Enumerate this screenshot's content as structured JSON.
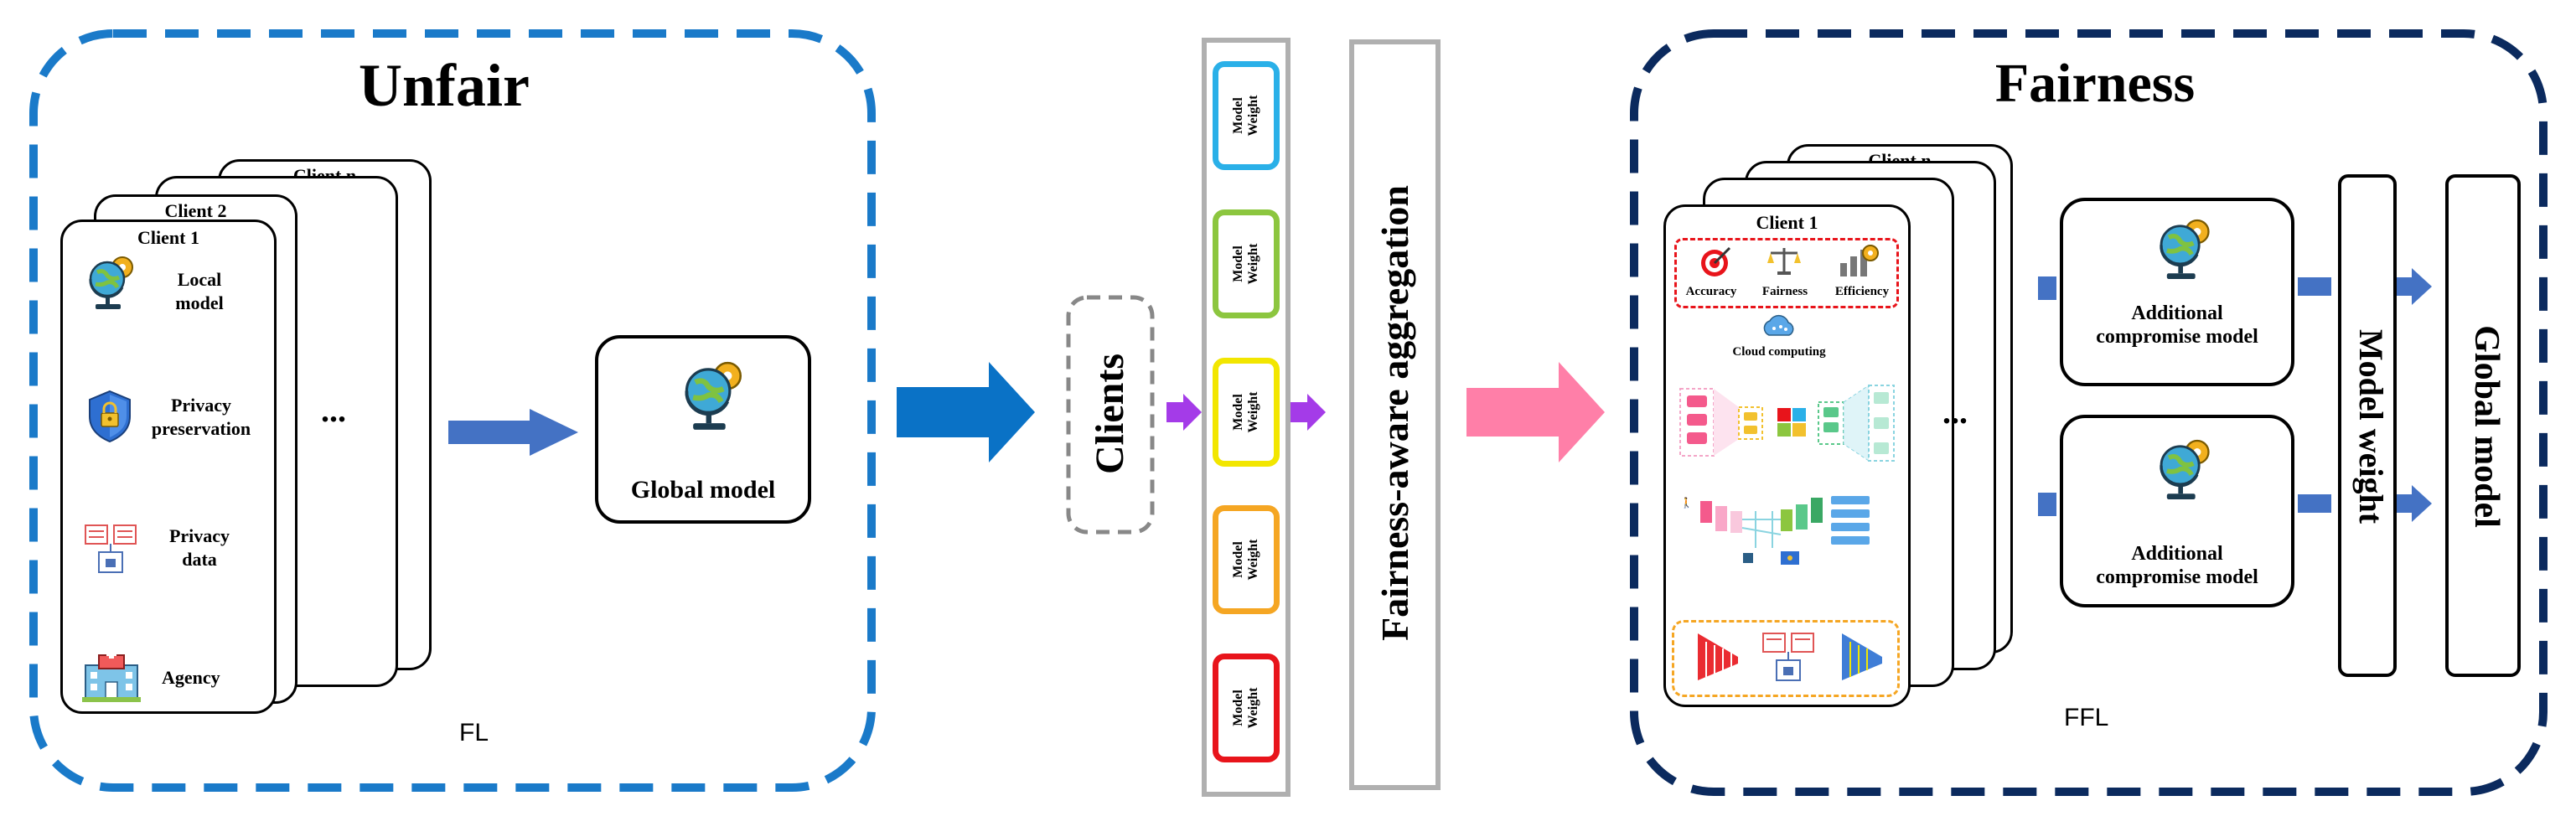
{
  "fl": {
    "title": "Unfair",
    "caption": "FL",
    "clients": [
      "Client n",
      "Client 2",
      "Client 1"
    ],
    "steps": [
      {
        "icon": "globe-gear-icon",
        "label_line1": "Local",
        "label_line2": "model"
      },
      {
        "icon": "shield-lock-icon",
        "label_line1": "Privacy",
        "label_line2": "preservation"
      },
      {
        "icon": "privacy-data-icon",
        "label_line1": "Privacy",
        "label_line2": "data"
      },
      {
        "icon": "hospital-icon",
        "label_line1": "Agency",
        "label_line2": ""
      }
    ],
    "ellipsis": "...",
    "global_model_label": "Global model"
  },
  "middle": {
    "clients_label": "Clients",
    "model_weight_line1": "Model",
    "model_weight_line2": "Weight",
    "weight_boxes": [
      {
        "color": "#2ab0e8"
      },
      {
        "color": "#8cc63f"
      },
      {
        "color": "#f2e600"
      },
      {
        "color": "#f5a623"
      },
      {
        "color": "#e8141b"
      }
    ],
    "aggregation_label": "Fairness-aware aggregation"
  },
  "ffl": {
    "title": "Fairness",
    "caption": "FFL",
    "clients": [
      "Client n",
      "Client 1"
    ],
    "metrics": [
      "Accuracy",
      "Fairness",
      "Efficiency"
    ],
    "cloud_label": "Cloud computing",
    "ellipsis": "...",
    "compromise_models": [
      {
        "line1": "Additional",
        "line2": "compromise model"
      },
      {
        "line1": "Additional",
        "line2": "compromise model"
      }
    ],
    "model_weight_label": "Model weight",
    "global_model_label": "Global model"
  },
  "colors": {
    "fl_border": "#1a7ac9",
    "ffl_border": "#0b2a5e",
    "arrow_blue": "#4472c4",
    "big_arrow_blue": "#0a72c6",
    "arrow_pink": "#ff7fa8",
    "arrow_purple": "#a43be8",
    "gray_box": "#b0b0b0"
  }
}
